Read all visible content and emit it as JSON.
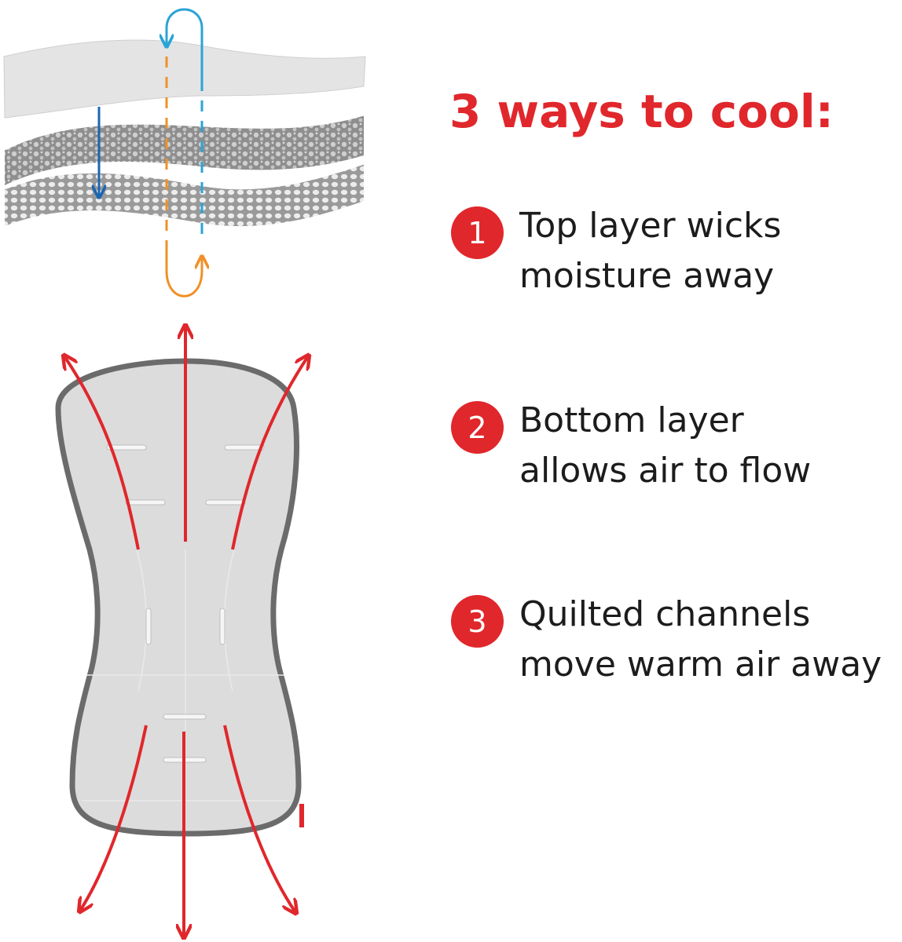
{
  "heading": "3 ways to cool:",
  "steps": [
    {
      "number": "1",
      "line1": "Top layer wicks",
      "line2": "moisture away"
    },
    {
      "number": "2",
      "line1": "Bottom layer",
      "line2": "allows air to flow"
    },
    {
      "number": "3",
      "line1": "Quilted channels",
      "line2": "move warm air away"
    }
  ],
  "colors": {
    "accent_red": "#e0272c",
    "arrow_blue": "#2aa4d6",
    "arrow_dark_blue": "#1c66b0",
    "arrow_orange": "#f09028",
    "liner_fill": "#dcdcdc",
    "liner_outline": "#6b6b6b",
    "text": "#1c1c1c"
  }
}
